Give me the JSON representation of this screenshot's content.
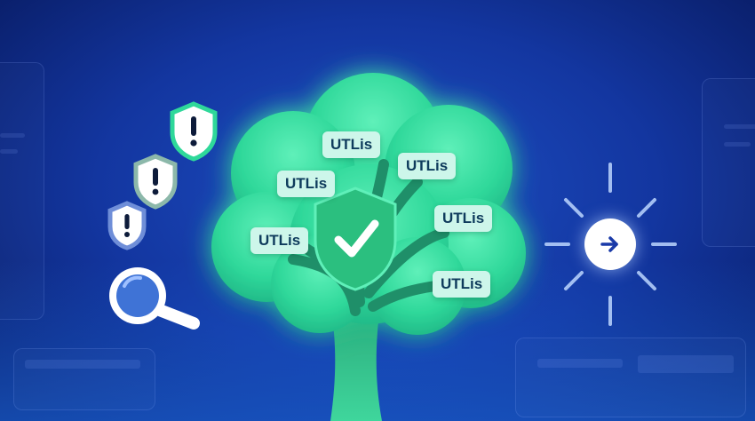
{
  "tags": [
    {
      "label": "UTLis"
    },
    {
      "label": "UTLis"
    },
    {
      "label": "UTLis"
    },
    {
      "label": "UTLis"
    },
    {
      "label": "UTLis"
    },
    {
      "label": "UTLis"
    }
  ],
  "icons": {
    "warning_shields": [
      "shield-exclamation-icon",
      "shield-exclamation-icon",
      "shield-exclamation-icon"
    ],
    "search": "magnifier-icon",
    "center_badge": "shield-check-icon",
    "right_action": "arrow-right-icon"
  },
  "colors": {
    "background": "#1336a0",
    "tree": "#2fd89a",
    "tag_background": "#cdf6ea",
    "tag_text": "#0e3b5c",
    "shield_green": "#2bbf7f",
    "arrow": "#1a3aa8"
  }
}
